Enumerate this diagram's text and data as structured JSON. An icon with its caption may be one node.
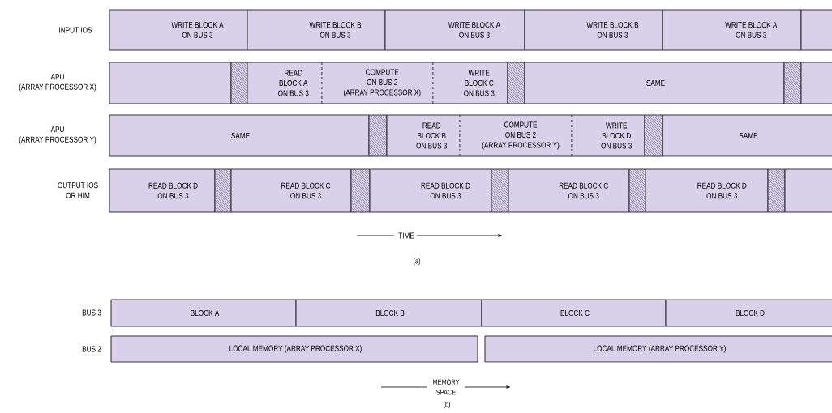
{
  "diagram": {
    "nodes": [
      {
        "text": [
          "WRITE BLOCK A ON BUS 3"
        ]
      },
      {
        "text": [
          "WRITE BLOCK B ON BUS 3"
        ]
      },
      {
        "text": [
          "WRITE BLOCK A ON BUS 3"
        ]
      },
      {
        "text": [
          "WRITE BLOCK B ON BUS 3"
        ]
      },
      {
        "text": [
          "WRITE BLOCK A ON BUS 3"
        ]
      },
      {
        "text": [],
        "shape": "box"
      },
      {
        "text": [],
        "shape": "box"
      },
      {
        "text": [],
        "shape": "bar"
      },
      {
        "text": [
          "READ BLOCK A ON BUS 3"
        ]
      },
      {
        "text": [
          "COMPUTE ON BUS 2 (ARRAY PROCESSOR X)"
        ]
      },
      {
        "text": [
          "WRITE BLOCK C ON BUS 3"
        ]
      },
      {
        "text": [],
        "shape": "bar"
      },
      {
        "text": [
          "SAME"
        ]
      },
      {
        "text": [],
        "shape": "bar"
      },
      {
        "text": [],
        "shape": "box"
      },
      {
        "text": [
          "SAME"
        ]
      },
      {
        "text": [],
        "shape": "bar"
      },
      {
        "text": [
          "READ BLOCK B ON BUS 3"
        ]
      },
      {
        "text": [
          "COMPUTE ON BUS 2 (ARRAY PROCESSOR Y)"
        ]
      },
      {
        "text": [
          "WRITE BLOCK D ON BUS 3"
        ]
      },
      {
        "text": [],
        "shape": "bar"
      },
      {
        "text": [
          "SAME"
        ]
      },
      {
        "text": [
          "READ BLOCK D ON BUS 3"
        ]
      },
      {
        "text": [],
        "shape": "bar"
      },
      {
        "text": [
          "READ BLOCK C ON BUS 3"
        ]
      },
      {
        "text": [],
        "shape": "bar"
      },
      {
        "text": [
          "READ BLOCK D ON BUS 3"
        ]
      },
      {
        "text": [],
        "shape": "bar"
      },
      {
        "text": [
          "READ BLOCK C ON BUS 3"
        ]
      },
      {
        "text": [],
        "shape": "bar"
      },
      {
        "text": [
          "READ BLOCK D ON BUS 3"
        ]
      },
      {
        "text": [],
        "shape": "bar"
      },
      {
        "text": [],
        "shape": "box"
      },
      {
        "text": [
          "BLOCK A"
        ]
      },
      {
        "text": [
          "BLOCK B"
        ]
      },
      {
        "text": [
          "BLOCK C"
        ]
      },
      {
        "text": [
          "BLOCK D"
        ]
      },
      {
        "text": [
          "LOCAL MEMORY (ARRAY PROCESSOR X)"
        ]
      },
      {
        "text": [
          "LOCAL MEMORY (ARRAY PROCESSOR Y)"
        ]
      }
    ],
    "labels": [
      "INPUT IOS",
      "APU (ARRAY PROCESSOR X)",
      "APU (ARRAY PROCESSOR Y)",
      "OUTPUT IOS OR HIM",
      "TIME",
      "(a)",
      "BUS 3",
      "BUS 2",
      "MEMORY SPACE",
      "(b)"
    ]
  }
}
